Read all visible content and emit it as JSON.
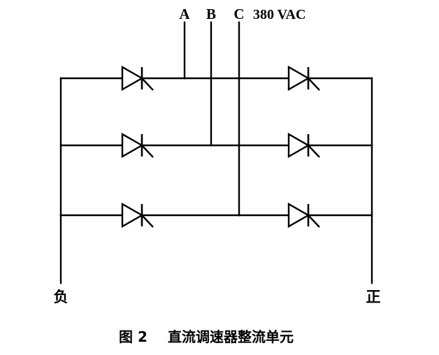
{
  "diagram": {
    "supply": {
      "phases": [
        "A",
        "B",
        "C"
      ],
      "voltage": "380 VAC"
    },
    "terminals": {
      "negative": "负",
      "positive": "正"
    },
    "caption": {
      "figure_number": "图 2",
      "title": "直流调速器整流单元"
    }
  }
}
